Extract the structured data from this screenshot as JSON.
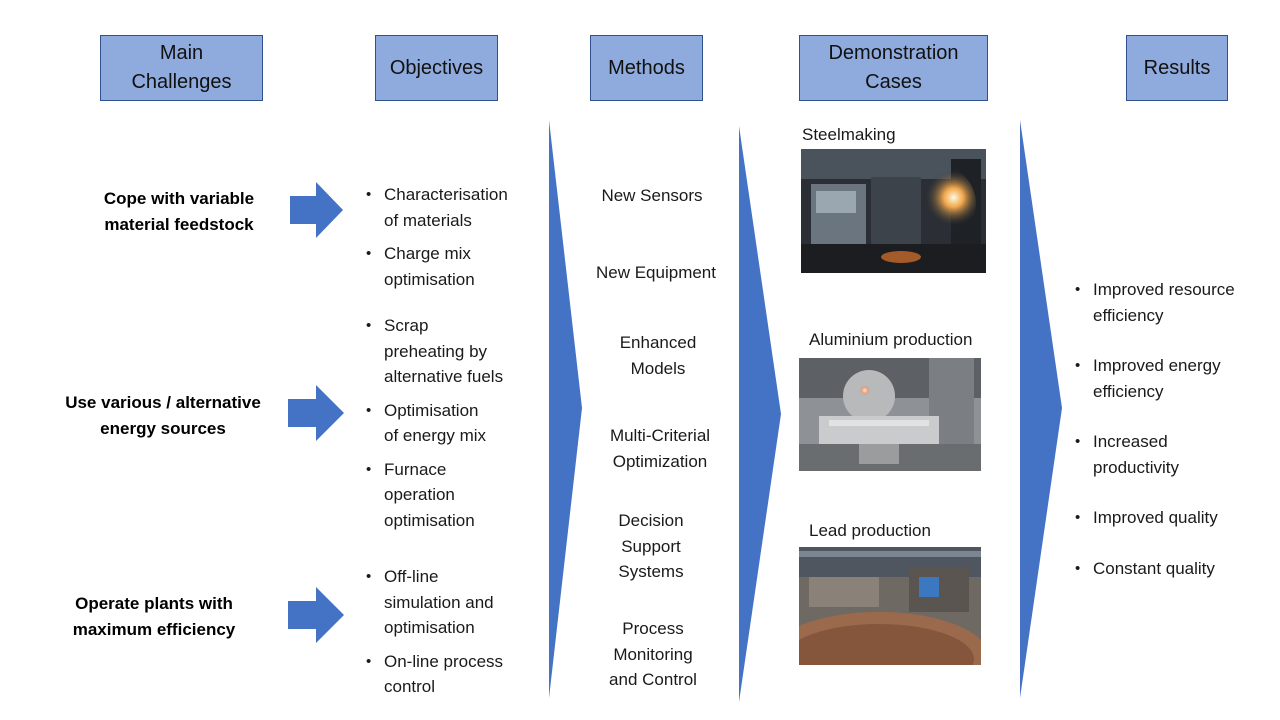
{
  "headers": {
    "challenges": "Main\nChallenges",
    "objectives": "Objectives",
    "methods": "Methods",
    "cases": "Demonstration\nCases",
    "results": "Results"
  },
  "challenges": [
    "Cope with variable\nmaterial feedstock",
    "Use various / alternative\nenergy sources",
    "Operate plants with\nmaximum efficiency"
  ],
  "objectives": {
    "group1": [
      "Characterisation\nof materials",
      "Charge mix\noptimisation"
    ],
    "group2": [
      "Scrap\npreheating by\nalternative fuels",
      "Optimisation\nof energy mix",
      "Furnace\noperation\noptimisation"
    ],
    "group3": [
      "Off-line\nsimulation and\noptimisation",
      "On-line process\ncontrol"
    ]
  },
  "methods": [
    "New Sensors",
    "New Equipment",
    "Enhanced\nModels",
    "Multi-Criterial\nOptimization",
    "Decision\nSupport\nSystems",
    "Process\nMonitoring\nand Control"
  ],
  "cases": {
    "steelmaking": "Steelmaking",
    "aluminium": "Aluminium production",
    "lead": "Lead production"
  },
  "results": [
    "Improved resource\nefficiency",
    "Improved energy\nefficiency",
    "Increased\nproductivity",
    "Improved quality",
    "Constant quality"
  ],
  "colors": {
    "header_fill": "#8faadc",
    "header_border": "#2f528f",
    "arrow_fill": "#4472c4"
  }
}
